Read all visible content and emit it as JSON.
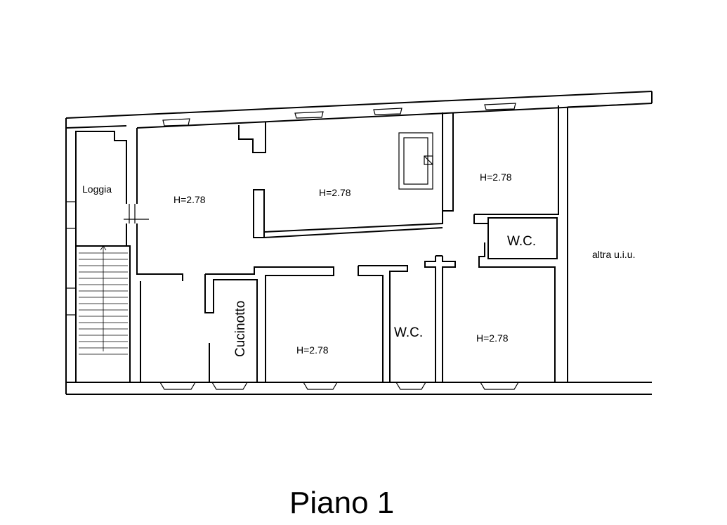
{
  "labels": {
    "loggia": "Loggia",
    "room_a": "H=2.78",
    "room_b": "H=2.78",
    "room_c": "H=2.78",
    "room_d": "H=2.78",
    "room_e": "H=2.78",
    "wc_upper": "W.C.",
    "wc_lower": "W.C.",
    "kitchenette": "Cucinotto",
    "other_unit": "altra u.i.u."
  },
  "title": "Piano 1"
}
